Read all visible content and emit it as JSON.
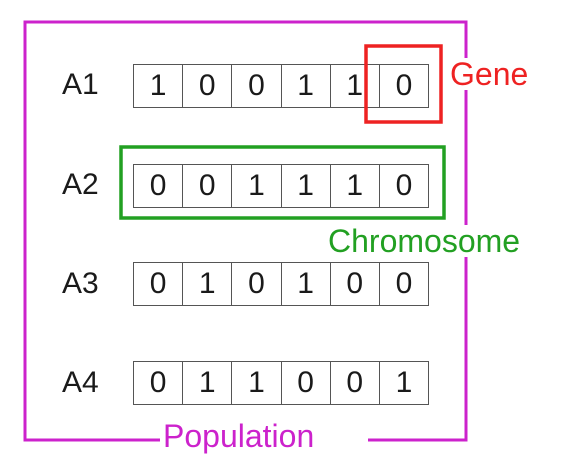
{
  "diagram": {
    "population_label": "Population",
    "gene_label": "Gene",
    "chromosome_label": "Chromosome",
    "colors": {
      "population": "#cc22cc",
      "gene": "#ee2222",
      "chromosome": "#22a022",
      "cell_border": "#555555",
      "text": "#1a1a1a"
    },
    "rows": [
      {
        "label": "A1",
        "genes": [
          "1",
          "0",
          "0",
          "1",
          "1",
          "0"
        ]
      },
      {
        "label": "A2",
        "genes": [
          "0",
          "0",
          "1",
          "1",
          "1",
          "0"
        ]
      },
      {
        "label": "A3",
        "genes": [
          "0",
          "1",
          "0",
          "1",
          "0",
          "0"
        ]
      },
      {
        "label": "A4",
        "genes": [
          "0",
          "1",
          "1",
          "0",
          "0",
          "1"
        ]
      }
    ],
    "highlighted_gene": {
      "row": "A1",
      "position": 6
    },
    "highlighted_chromosome": {
      "row": "A2"
    }
  }
}
